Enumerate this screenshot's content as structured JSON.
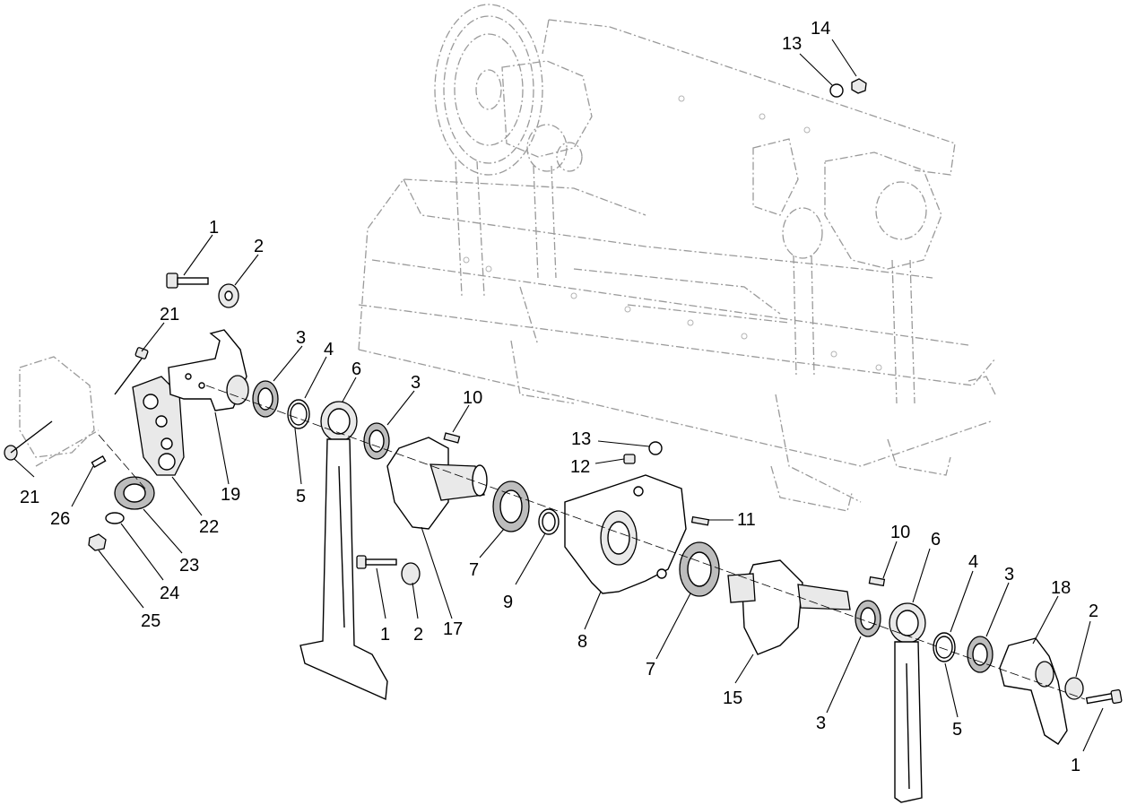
{
  "callouts": [
    {
      "text": "1"
    },
    {
      "text": "2"
    },
    {
      "text": "21"
    },
    {
      "text": "3"
    },
    {
      "text": "4"
    },
    {
      "text": "6"
    },
    {
      "text": "3"
    },
    {
      "text": "10"
    },
    {
      "text": "21"
    },
    {
      "text": "19"
    },
    {
      "text": "5"
    },
    {
      "text": "26"
    },
    {
      "text": "22"
    },
    {
      "text": "23"
    },
    {
      "text": "24"
    },
    {
      "text": "25"
    },
    {
      "text": "13"
    },
    {
      "text": "12"
    },
    {
      "text": "11"
    },
    {
      "text": "7"
    },
    {
      "text": "9"
    },
    {
      "text": "1"
    },
    {
      "text": "2"
    },
    {
      "text": "17"
    },
    {
      "text": "8"
    },
    {
      "text": "7"
    },
    {
      "text": "10"
    },
    {
      "text": "6"
    },
    {
      "text": "4"
    },
    {
      "text": "3"
    },
    {
      "text": "18"
    },
    {
      "text": "2"
    },
    {
      "text": "15"
    },
    {
      "text": "3"
    },
    {
      "text": "5"
    },
    {
      "text": "1"
    },
    {
      "text": "13"
    },
    {
      "text": "14"
    }
  ]
}
